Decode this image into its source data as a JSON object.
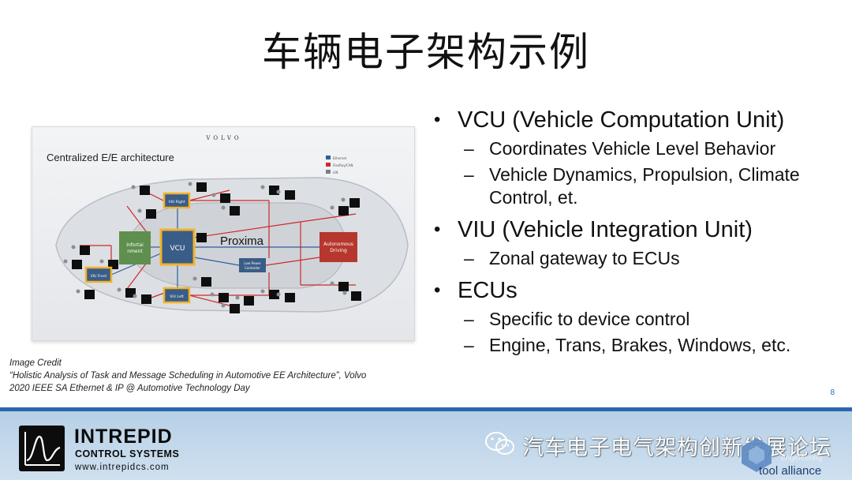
{
  "slide": {
    "title": "车辆电子架构示例",
    "page_number": "8"
  },
  "figure": {
    "brand": "VOLVO",
    "heading": "Centralized E/E architecture",
    "legend": [
      "Ethernet",
      "FlexRay/CAN",
      "LIN"
    ],
    "blocks": {
      "vcu": "VCU",
      "infotainment_line1": "Infortai",
      "infotainment_line2": "nment",
      "autonomous_line1": "Autonomous",
      "autonomous_line2": "Driving",
      "viu_right": "VIU Right",
      "viu_left": "VIU Left",
      "viu_front": "VIU Front",
      "low_power_line1": "Low Power",
      "low_power_line2": "Controller",
      "overlay": "Proxima"
    },
    "colors": {
      "vcu": "#3a5d87",
      "infotainment": "#5f8f4e",
      "autonomous": "#b6372d",
      "viu_border": "#f2b22a",
      "can_wire": "#cc2a2a",
      "eth_wire": "#2f5d9c"
    }
  },
  "bullets": [
    {
      "text": "VCU (Vehicle Computation Unit)",
      "subs": [
        "Coordinates Vehicle Level Behavior",
        "Vehicle Dynamics, Propulsion, Climate Control, et."
      ]
    },
    {
      "text": "VIU (Vehicle Integration Unit)",
      "subs": [
        "Zonal gateway to ECUs"
      ]
    },
    {
      "text": "ECUs",
      "subs": [
        "Specific to device control",
        "Engine, Trans, Brakes, Windows, etc."
      ]
    }
  ],
  "bullet_marker": "•",
  "sub_marker": "–",
  "credit": {
    "label": "Image Credit",
    "line1": "“Holistic Analysis of Task and Message Scheduling in Automotive EE Architecture”, Volvo",
    "line2": "2020 IEEE SA Ethernet & IP @ Automotive Technology Day"
  },
  "footer": {
    "company": "INTREPID",
    "company_sub": "CONTROL SYSTEMS",
    "url": "www.intrepidcs.com",
    "watermark": "汽车电子电气架构创新发展论坛",
    "ta_engineering": "engineering",
    "ta_name": "tool alliance",
    "accent": "#2a66b0"
  }
}
